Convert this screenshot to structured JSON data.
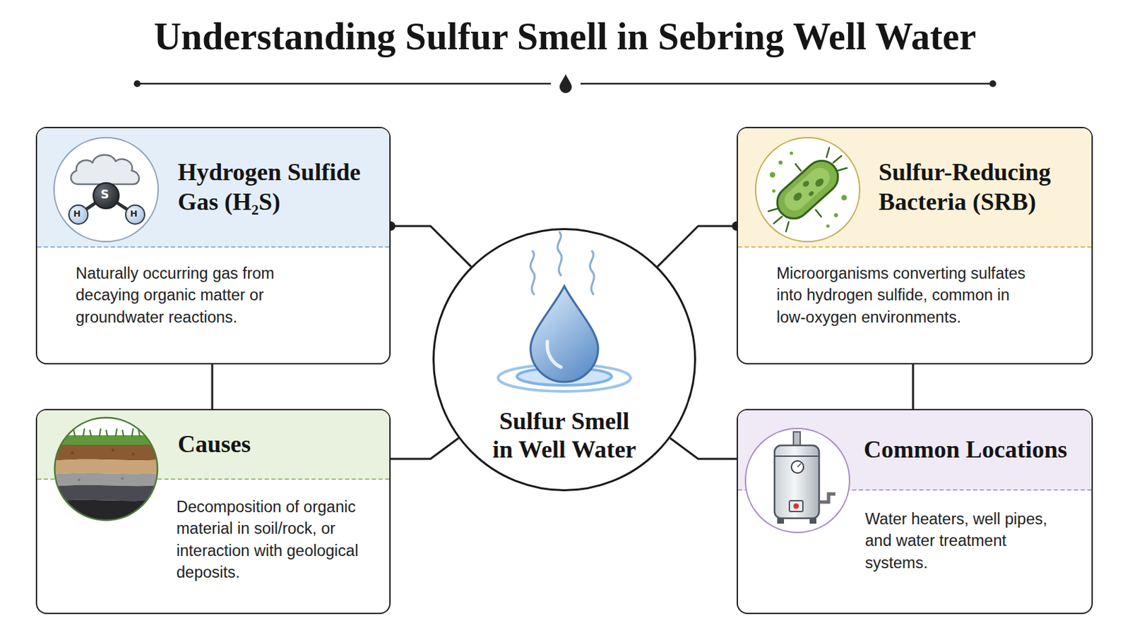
{
  "diagram": {
    "title": "Understanding Sulfur Smell in Sebring Well Water",
    "nodes": [
      {
        "text": [
          "Hydrogen Sulfide Gas (H₂S)",
          "Naturally occurring gas from decaying organic matter or groundwater reactions."
        ]
      },
      {
        "text": [
          "Sulfur-Reducing Bacteria (SRB)",
          "Microorganisms converting sulfates into hydrogen sulfide, common in low-oxygen environments."
        ]
      },
      {
        "text": [
          "Sulfur Smell in Well Water"
        ]
      },
      {
        "text": [
          "Causes",
          "Decomposition of organic material in soil/rock, or interaction with geological deposits."
        ]
      },
      {
        "text": [
          "Common Locations",
          "Water heaters, well pipes, and water treatment systems."
        ]
      }
    ],
    "edges": [
      {
        "from": 0,
        "to": 2,
        "arrow": "none"
      },
      {
        "from": 3,
        "to": 2,
        "arrow": "none"
      },
      {
        "from": 1,
        "to": 2,
        "arrow": "none"
      },
      {
        "from": 4,
        "to": 2,
        "arrow": "none"
      },
      {
        "from": 0,
        "to": 3,
        "arrow": "none"
      },
      {
        "from": 1,
        "to": 4,
        "arrow": "none"
      }
    ],
    "labels": [
      "S",
      "H",
      "H"
    ]
  }
}
